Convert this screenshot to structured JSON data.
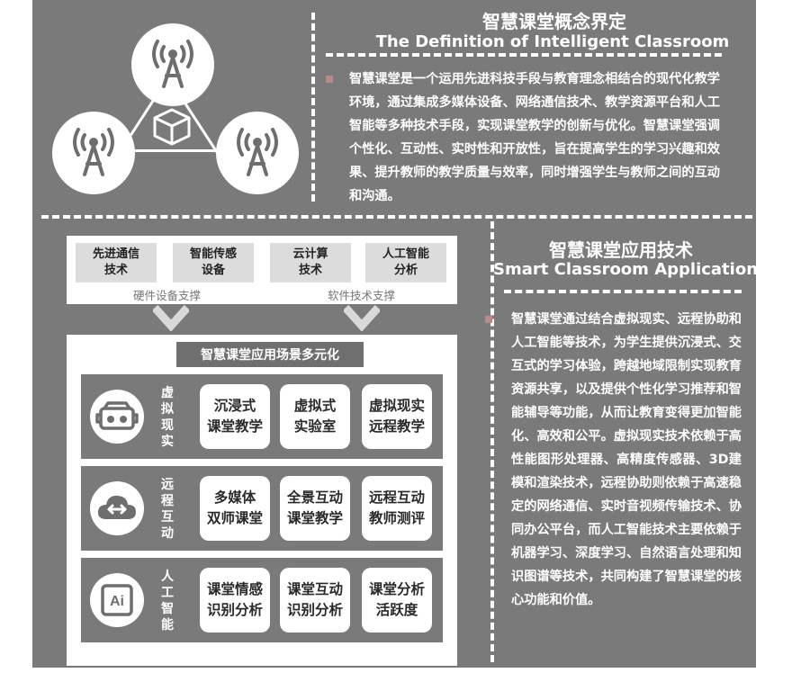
{
  "definition": {
    "title_cn": "智慧课堂概念界定",
    "title_en": "The Definition of Intelligent Classroom",
    "text": "智慧课堂是一个运用先进科技手段与教育理念相结合的现代化教学环境，通过集成多媒体设备、网络通信技术、教学资源平台和人工智能等多种技术手段，实现课堂教学的创新与优化。智慧课堂强调个性化、互动性、实时性和开放性，旨在提高学生的学习兴趣和效果、提升教师的教学质量与效率，同时增强学生与教师之间的互动和沟通。"
  },
  "application": {
    "title_cn": "智慧课堂应用技术",
    "title_en": "Smart Classroom Application",
    "text": "智慧课堂通过结合虚拟现实、远程协助和人工智能等技术，为学生提供沉浸式、交互式的学习体验，跨越地域限制实现教育资源共享，以及提供个性化学习推荐和智能辅导等功能，从而让教育变得更加智能化、高效和公平。虚拟现实技术依赖于高性能图形处理器、高精度传感器、3D建模和渲染技术，远程协助则依赖于高速稳定的网络通信、实时音视频传输技术、协同办公平台，而人工智能技术主要依赖于机器学习、深度学习、自然语言处理和知识图谱等技术，共同构建了智慧课堂的核心功能和价值。"
  },
  "tech_support": {
    "items": [
      "先进通信\n技术",
      "智能传感\n设备",
      "云计算\n技术",
      "人工智能\n分析"
    ],
    "hardware_label": "硬件设备支撑",
    "software_label": "软件技术支撑"
  },
  "scenarios": {
    "title": "智慧课堂应用场景多元化",
    "rows": [
      {
        "label": "虚拟现实",
        "icon": "vr-headset-icon",
        "cards": [
          "沉浸式\n课堂教学",
          "虚拟式\n实验室",
          "虚拟现实\n远程教学"
        ]
      },
      {
        "label": "远程互动",
        "icon": "cloud-exchange-icon",
        "cards": [
          "多媒体\n双师课堂",
          "全景互动\n课堂教学",
          "远程互动\n教师测评"
        ]
      },
      {
        "label": "人工智能",
        "icon": "ai-icon",
        "cards": [
          "课堂情感\n识别分析",
          "课堂互动\n识别分析",
          "课堂分析\n活跃度"
        ]
      }
    ]
  },
  "icons": [
    "antenna-icon",
    "antenna-icon",
    "antenna-icon",
    "cube-icon"
  ],
  "colors": {
    "panel": "#7a7a7a",
    "card": "#ffffff",
    "tech_item": "#dcdcdc",
    "bullet": "#b48a8a"
  }
}
